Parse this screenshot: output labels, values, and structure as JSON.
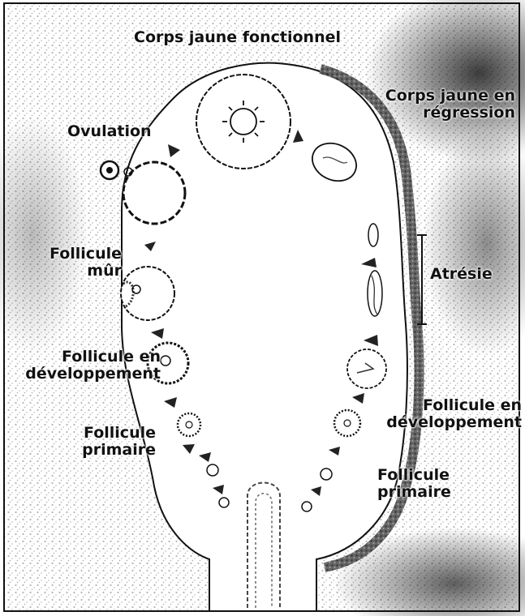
{
  "labels": {
    "corps_jaune_fonctionnel": "Corps jaune fonctionnel",
    "corps_jaune_regression_line1": "Corps jaune en",
    "corps_jaune_regression_line2": "régression",
    "ovulation": "Ovulation",
    "follicule_mur_line1": "Follicule",
    "follicule_mur_line2": "mûr",
    "atresie": "Atrésie",
    "follicule_dev_left_line1": "Follicule en",
    "follicule_dev_left_line2": "développement",
    "follicule_primaire_left_line1": "Follicule",
    "follicule_primaire_left_line2": "primaire",
    "follicule_dev_right_line1": "Follicule en",
    "follicule_dev_right_line2": "développement",
    "follicule_primaire_right_line1": "Follicule",
    "follicule_primaire_right_line2": "primaire"
  },
  "colors": {
    "ink": "#111111",
    "background": "#ffffff",
    "stipple": "#7a7a7a",
    "stipple_dark": "#2a2a2a"
  }
}
